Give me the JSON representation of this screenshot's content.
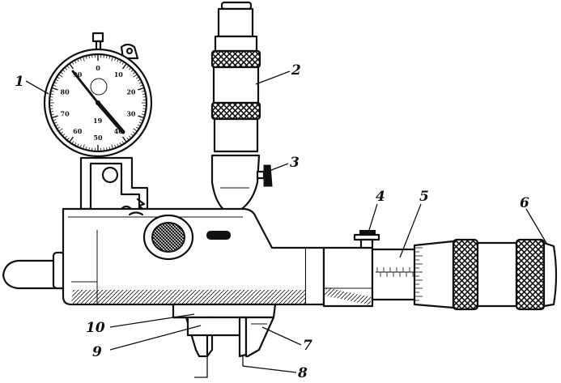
{
  "figure": {
    "labels": [
      {
        "id": "1",
        "text": "1"
      },
      {
        "id": "2",
        "text": "2"
      },
      {
        "id": "3",
        "text": "3"
      },
      {
        "id": "4",
        "text": "4"
      },
      {
        "id": "5",
        "text": "5"
      },
      {
        "id": "6",
        "text": "6"
      },
      {
        "id": "7",
        "text": "7"
      },
      {
        "id": "8",
        "text": "8"
      },
      {
        "id": "9",
        "text": "9"
      },
      {
        "id": "10",
        "text": "10"
      }
    ],
    "dial_numbers": [
      "0",
      "10",
      "20",
      "30",
      "40",
      "50",
      "60",
      "70",
      "80",
      "90"
    ],
    "dial_small_scale": "19"
  }
}
